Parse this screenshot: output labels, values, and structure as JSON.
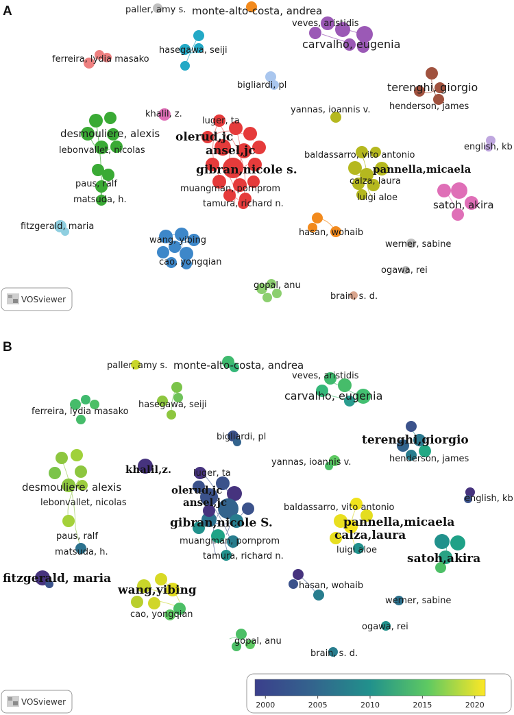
{
  "panels": [
    {
      "letter": "A",
      "badge": "VOSviewer"
    },
    {
      "letter": "B",
      "badge": "VOSviewer"
    }
  ],
  "panel_a_labels": [
    "paller, amy s.",
    "monte-alto-costa, andrea",
    "veves, aristidis",
    "carvalho, eugenia",
    "hasegawa, seiji",
    "ferreira, lydia masako",
    "bigliardi, pl",
    "terenghi, giorgio",
    "henderson, james",
    "khalil, z.",
    "luger, ta",
    "yannas, ioannis v.",
    "olerud,jc",
    "ansel,jc",
    "desmouliere, alexis",
    "lebonvallet, nicolas",
    "gibran,nicole s.",
    "baldassarro, vito antonio",
    "english, kb",
    "pannella,micaela",
    "calza, laura",
    "paus, ralf",
    "muangman, pornprom",
    "luigi aloe",
    "matsuda, h.",
    "tamura, richard n.",
    "satoh, akira",
    "fitzgerald, maria",
    "hasan, wohaib",
    "wang, yibing",
    "werner, sabine",
    "cao, yongqian",
    "ogawa, rei",
    "gopal, anu",
    "brain, s. d."
  ],
  "panel_b_labels": [
    "paller, amy s.",
    "monte-alto-costa, andrea",
    "veves, aristidis",
    "carvalho, eugenia",
    "ferreira, lydia masako",
    "hasegawa, seiji",
    "bigliardi, pl",
    "terenghi,giorgio",
    "henderson, james",
    "khalil,z.",
    "luger, ta",
    "yannas, ioannis v.",
    "olerud,jc",
    "ansel,jc",
    "desmouliere, alexis",
    "lebonvallet, nicolas",
    "gibran,nicole S.",
    "baldassarro, vito antonio",
    "english, kb",
    "pannella,micaela",
    "calza,laura",
    "paus, ralf",
    "muangman, pornprom",
    "luigi aloe",
    "matsuda, h.",
    "tamura, richard n.",
    "satoh,akira",
    "fitzgerald, maria",
    "hasan, wohaib",
    "wang,yibing",
    "werner, sabine",
    "cao, yongqian",
    "ogawa, rei",
    "gopal, anu",
    "brain, s. d."
  ],
  "colorbar": {
    "ticks": [
      "2000",
      "2005",
      "2010",
      "2015",
      "2020"
    ],
    "start_year": 1999,
    "end_year": 2021,
    "colors": [
      "#3b3f8c",
      "#33648d",
      "#21918c",
      "#5ec962",
      "#fde725"
    ]
  },
  "cluster_colors": {
    "red": "#e53b3b",
    "green": "#3aaa35",
    "blue": "#3d87c9",
    "lime": "#b5b81f",
    "purple": "#9b59b6",
    "turquoise": "#23a9c6",
    "orange": "#f28a1d",
    "brown": "#a0523f",
    "pink": "#df6fb7",
    "salmon": "#ee8080",
    "lightgreen": "#8ccf6f",
    "grey": "#bfbfbf"
  }
}
